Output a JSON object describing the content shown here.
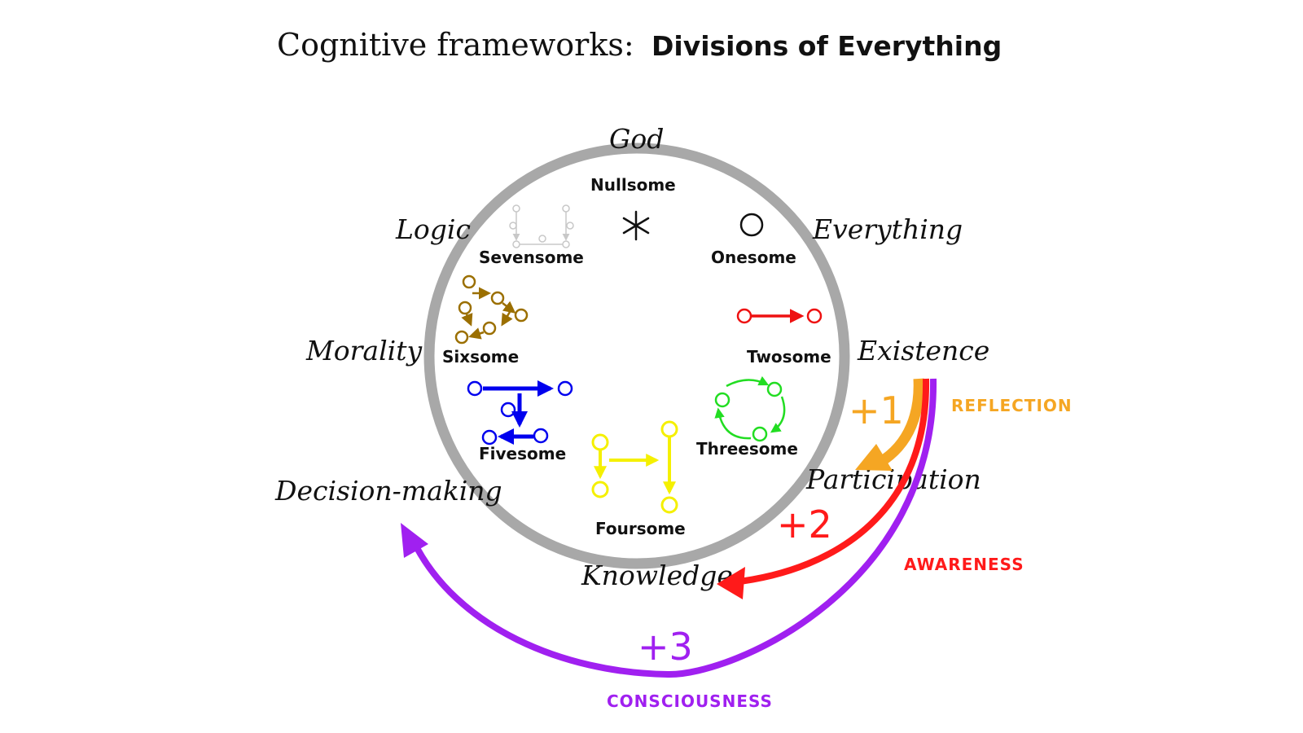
{
  "title": {
    "prefix": "Cognitive frameworks:",
    "main": "Divisions of Everything"
  },
  "outer_labels": {
    "god": "God",
    "everything": "Everything",
    "existence": "Existence",
    "participation": "Participation",
    "knowledge": "Knowledge",
    "decision_making": "Decision-making",
    "morality": "Morality",
    "logic": "Logic"
  },
  "inner_labels": {
    "nullsome": "Nullsome",
    "onesome": "Onesome",
    "twosome": "Twosome",
    "threesome": "Threesome",
    "foursome": "Foursome",
    "fivesome": "Fivesome",
    "sixsome": "Sixsome",
    "sevensome": "Sevensome"
  },
  "arcs": [
    {
      "id": "reflection",
      "increment": "+1",
      "label": "REFLECTION",
      "color": "#f5a623"
    },
    {
      "id": "awareness",
      "increment": "+2",
      "label": "AWARENESS",
      "color": "#ff1a1a"
    },
    {
      "id": "consciousness",
      "increment": "+3",
      "label": "CONSCIOUSNESS",
      "color": "#a020f0"
    }
  ],
  "colors": {
    "ring": "#a8a8a8",
    "sevensome": "#c8c8c8",
    "twosome": "#ee1111",
    "threesome": "#22dd22",
    "foursome": "#f5f000",
    "fivesome": "#0000ee",
    "sixsome": "#9b6f00"
  }
}
